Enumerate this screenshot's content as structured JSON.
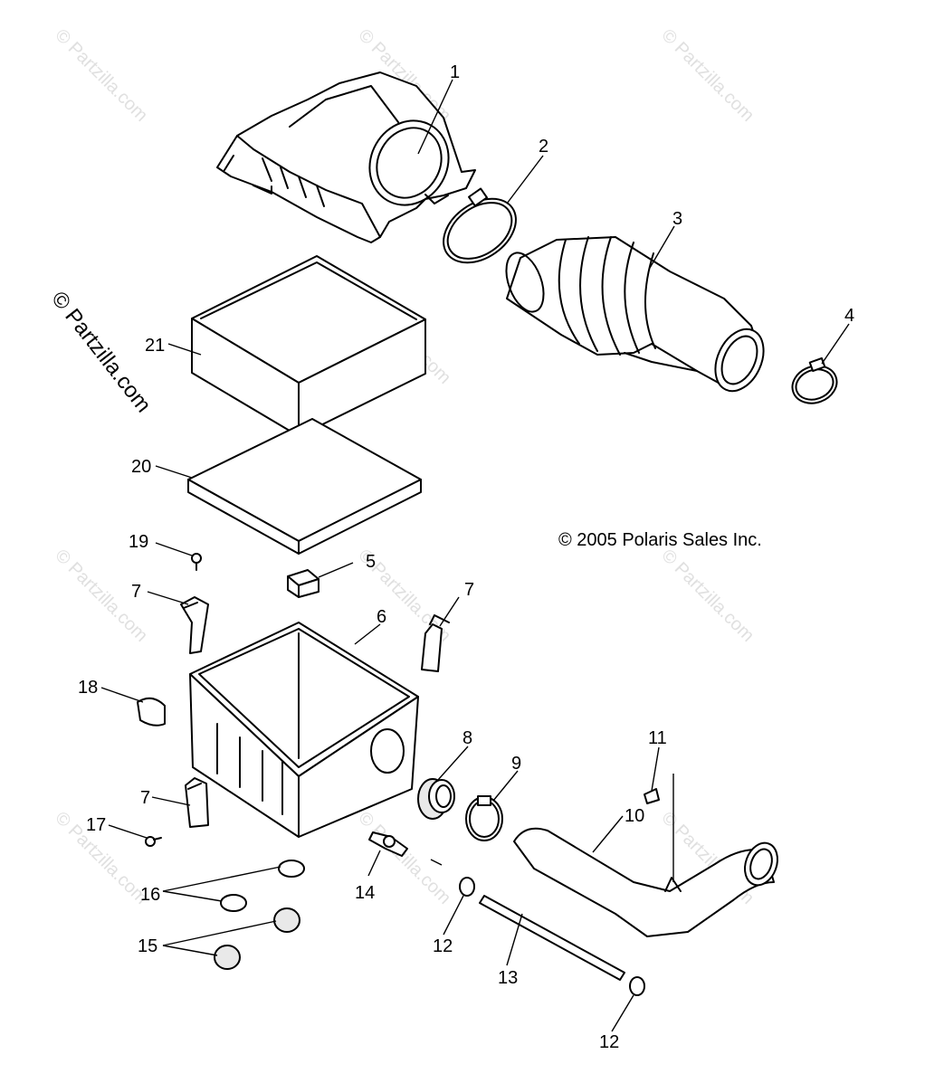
{
  "copyright": "© 2005 Polaris Sales Inc.",
  "watermark": {
    "side_text": "© Partzilla.com",
    "tile_text": "© Partzilla.com"
  },
  "callouts": {
    "c1": "1",
    "c2": "2",
    "c3": "3",
    "c4": "4",
    "c5": "5",
    "c6": "6",
    "c7a": "7",
    "c7b": "7",
    "c7c": "7",
    "c8": "8",
    "c9": "9",
    "c10": "10",
    "c11": "11",
    "c12a": "12",
    "c12b": "12",
    "c13": "13",
    "c14": "14",
    "c15": "15",
    "c16": "16",
    "c17": "17",
    "c18": "18",
    "c19": "19",
    "c20": "20",
    "c21": "21"
  },
  "colors": {
    "line": "#000000",
    "watermark": "#e0e0e0",
    "background": "#ffffff"
  }
}
